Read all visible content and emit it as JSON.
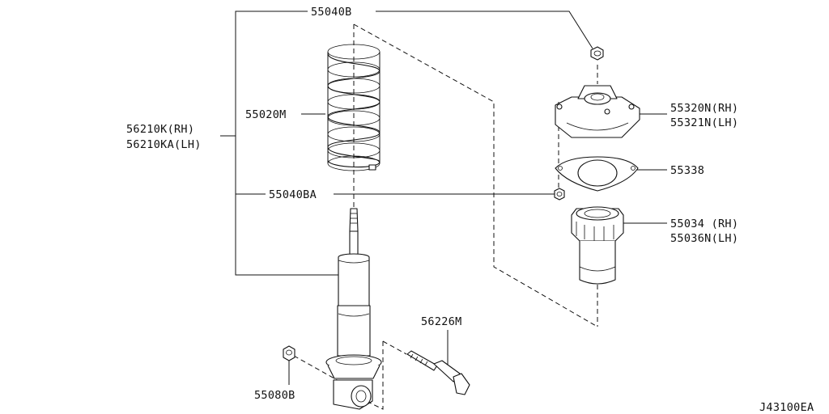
{
  "diagram_id": "J43100EA",
  "labels": {
    "p55040b": "55040B",
    "p55020m": "55020M",
    "p56210k": "56210K(RH)",
    "p56210ka": "56210KA(LH)",
    "p55040ba": "55040BA",
    "p55320n": "55320N(RH)",
    "p55321n": "55321N(LH)",
    "p55338": "55338",
    "p55034": "55034 (RH)",
    "p55036n": "55036N(LH)",
    "p56226m": "56226M",
    "p55080b": "55080B"
  }
}
